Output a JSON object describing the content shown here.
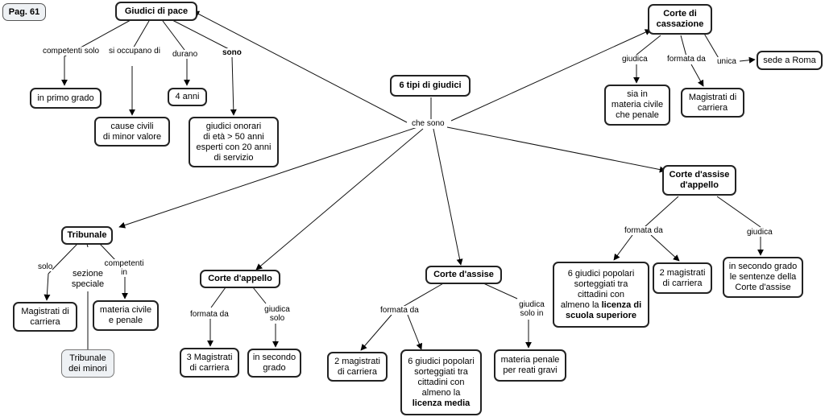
{
  "page": "Pag. 61",
  "root": "6 tipi di giudici",
  "root_link": "che sono",
  "giudici_pace": {
    "title": "Giudici di pace",
    "links": [
      "competenti solo",
      "si occupano di",
      "durano",
      "sono"
    ],
    "primo_grado": "in primo grado",
    "cause": [
      "cause civili",
      "di minor valore"
    ],
    "anni": "4 anni",
    "onorari": [
      "giudici onorari",
      "di età > 50 anni",
      "esperti con 20 anni",
      "di servizio"
    ]
  },
  "cassazione": {
    "title": [
      "Corte di",
      "cassazione"
    ],
    "links": [
      "giudica",
      "formata da",
      "unica"
    ],
    "civile": [
      "sia in",
      "materia civile",
      "che penale"
    ],
    "magistrati": [
      "Magistrati di",
      "carriera"
    ],
    "roma": "sede a Roma"
  },
  "assise_appello": {
    "title": [
      "Corte d'assise",
      "d'appello"
    ],
    "links": [
      "formata da",
      "giudica"
    ],
    "popolari": [
      "6 giudici popolari",
      "sorteggiati tra",
      "cittadini con",
      "almeno la ",
      "licenza di",
      "scuola superiore"
    ],
    "magistrati": [
      "2 magistrati",
      "di carriera"
    ],
    "secondo": [
      "in secondo grado",
      "le sentenze della",
      "Corte d'assise"
    ]
  },
  "tribunale": {
    "title": "Tribunale",
    "links": [
      "solo",
      "sezione speciale",
      "competenti in"
    ],
    "magistrati": [
      "Magistrati di",
      "carriera"
    ],
    "materia": [
      "materia civile",
      "e penale"
    ],
    "minori": [
      "Tribunale",
      "dei minori"
    ]
  },
  "appello": {
    "title": "Corte d'appello",
    "links": [
      "formata da",
      "giudica solo"
    ],
    "magistrati": [
      "3 Magistrati",
      "di carriera"
    ],
    "secondo": [
      "in secondo",
      "grado"
    ]
  },
  "assise": {
    "title": "Corte d'assise",
    "links": [
      "formata da",
      "giudica solo in"
    ],
    "magistrati": [
      "2 magistrati",
      "di carriera"
    ],
    "popolari": [
      "6 giudici popolari",
      "sorteggiati tra",
      "cittadini con",
      "almeno la",
      "licenza media"
    ],
    "penale": [
      "materia penale",
      "per reati gravi"
    ]
  }
}
